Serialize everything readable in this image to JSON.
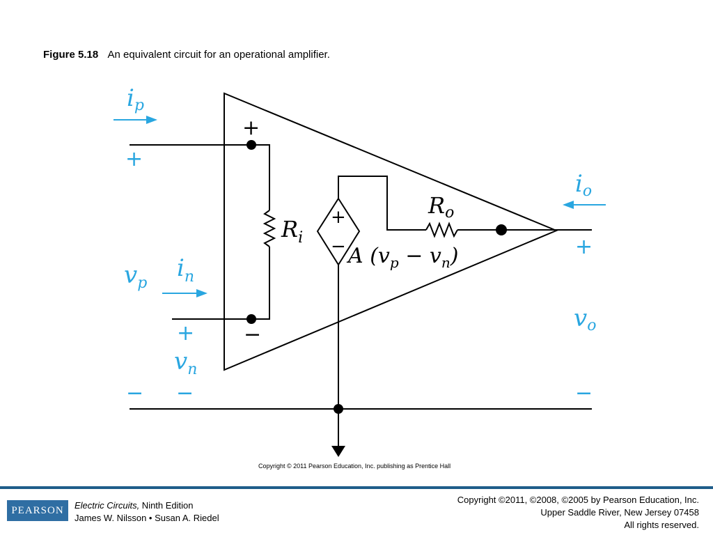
{
  "caption": {
    "figure_label": "Figure 5.18",
    "title": "An equivalent circuit for an operational amplifier."
  },
  "diagram": {
    "labels": {
      "ip": "i",
      "ip_sub": "p",
      "plus_left_top": "+",
      "vp": "v",
      "vp_sub": "p",
      "in": "i",
      "in_sub": "n",
      "plus_left_bottom": "+",
      "vn": "v",
      "vn_sub": "n",
      "minus_left_a": "−",
      "minus_left_b": "−",
      "plus_inside_top": "+",
      "minus_inside_bottom": "−",
      "ri": "R",
      "ri_sub": "i",
      "ro": "R",
      "ro_sub": "o",
      "source_plus": "+",
      "source_minus": "−",
      "gain_expr": "A (v",
      "gain_vp_sub": "p",
      "gain_mid": " − v",
      "gain_vn_sub": "n",
      "gain_close": ")",
      "io": "i",
      "io_sub": "o",
      "plus_right": "+",
      "vo": "v",
      "vo_sub": "o",
      "minus_right": "−"
    },
    "colors": {
      "annotation": "#29a6e0",
      "circuit": "#000000"
    }
  },
  "figure_copyright": "Copyright © 2011 Pearson Education, Inc. publishing as Prentice Hall",
  "footer": {
    "logo": "PEARSON",
    "book_title": "Electric Circuits,",
    "edition": " Ninth Edition",
    "authors": "James W. Nilsson • Susan A. Riedel",
    "rights_line1": "Copyright ©2011, ©2008, ©2005 by Pearson Education, Inc.",
    "rights_line2": "Upper Saddle River, New Jersey 07458",
    "rights_line3": "All rights reserved."
  }
}
